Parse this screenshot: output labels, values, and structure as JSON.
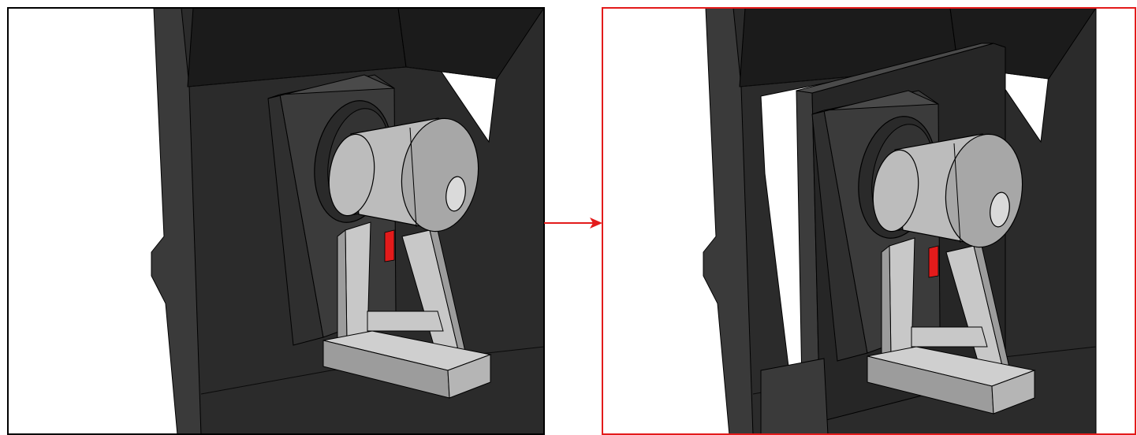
{
  "panels": [
    {
      "id": "before",
      "border_color": "#000000"
    },
    {
      "id": "after",
      "border_color": "#e31b1b"
    }
  ],
  "colors": {
    "frame_dark": "#1b1b1b",
    "frame_mid": "#2b2b2b",
    "frame_side": "#3a3a3a",
    "plate": "#3b3b3b",
    "plate_side": "#2f2f2f",
    "cylinder_light": "#bcbcbc",
    "cylinder_cap": "#a7a7a7",
    "cylinder_hub": "#dadada",
    "bracket": "#c8c8c8",
    "bracket_shade": "#9c9c9c",
    "base": "#cfcfcf",
    "accent_red": "#e31b1b",
    "arrow": "#e31b1b",
    "outline": "#000000"
  },
  "arrow": {
    "direction": "right"
  }
}
